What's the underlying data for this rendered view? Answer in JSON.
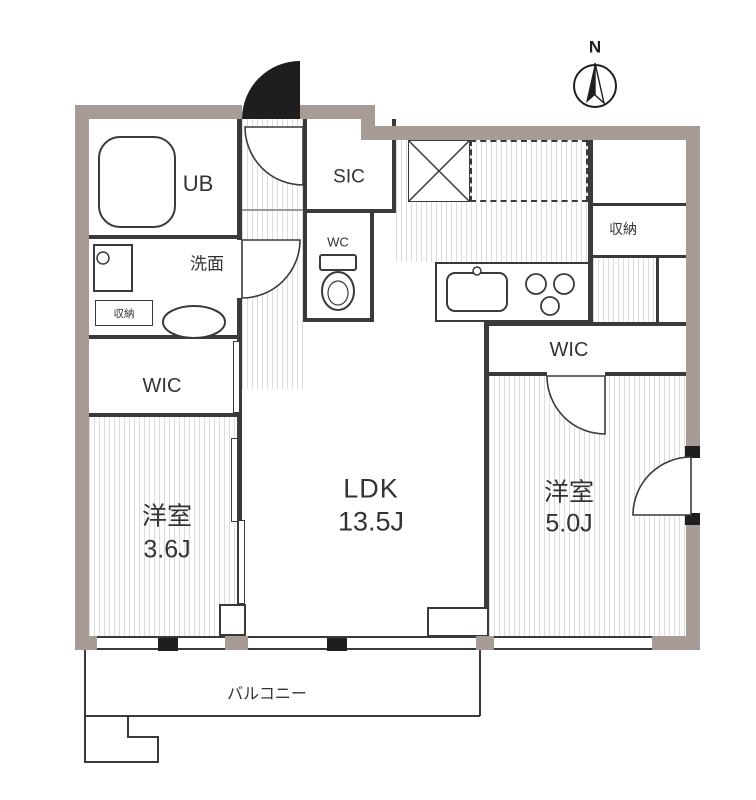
{
  "title": "apartment-floor-plan",
  "colors": {
    "wall": "#a79b95",
    "line": "#3a3a3a",
    "hatch": "#dcdcdc",
    "door_fill": "#1e1e1e",
    "background": "#ffffff",
    "text": "#333333"
  },
  "compass": {
    "label": "N"
  },
  "rooms": {
    "ub": {
      "label": "UB"
    },
    "washroom": {
      "label": "洗面"
    },
    "washroom_storage": {
      "label": "収納"
    },
    "wic_left": {
      "label": "WIC"
    },
    "bedroom_left": {
      "name": "洋室",
      "size": "3.6J"
    },
    "sic": {
      "label": "SIC"
    },
    "wc": {
      "label": "WC"
    },
    "ldk": {
      "name": "LDK",
      "size": "13.5J"
    },
    "storage_right": {
      "label": "収納"
    },
    "wic_right": {
      "label": "WIC"
    },
    "bedroom_right": {
      "name": "洋室",
      "size": "5.0J"
    },
    "balcony": {
      "label": "バルコニー"
    }
  },
  "icons": {
    "bathtub": "bathtub-icon",
    "washer": "washing-machine-icon",
    "vanity": "vanity-sink-icon",
    "toilet": "toilet-icon",
    "kitchen_sink": "kitchen-sink-icon",
    "stove": "gas-stove-icon",
    "fridge": "refrigerator-space-dashed-box",
    "cross_box": "hatched-cross-box",
    "compass": "north-compass-icon",
    "entrance_door": "entrance-door-swing-icon",
    "interior_door": "interior-door-swing-icon",
    "sliding_door": "sliding-door-icon"
  }
}
